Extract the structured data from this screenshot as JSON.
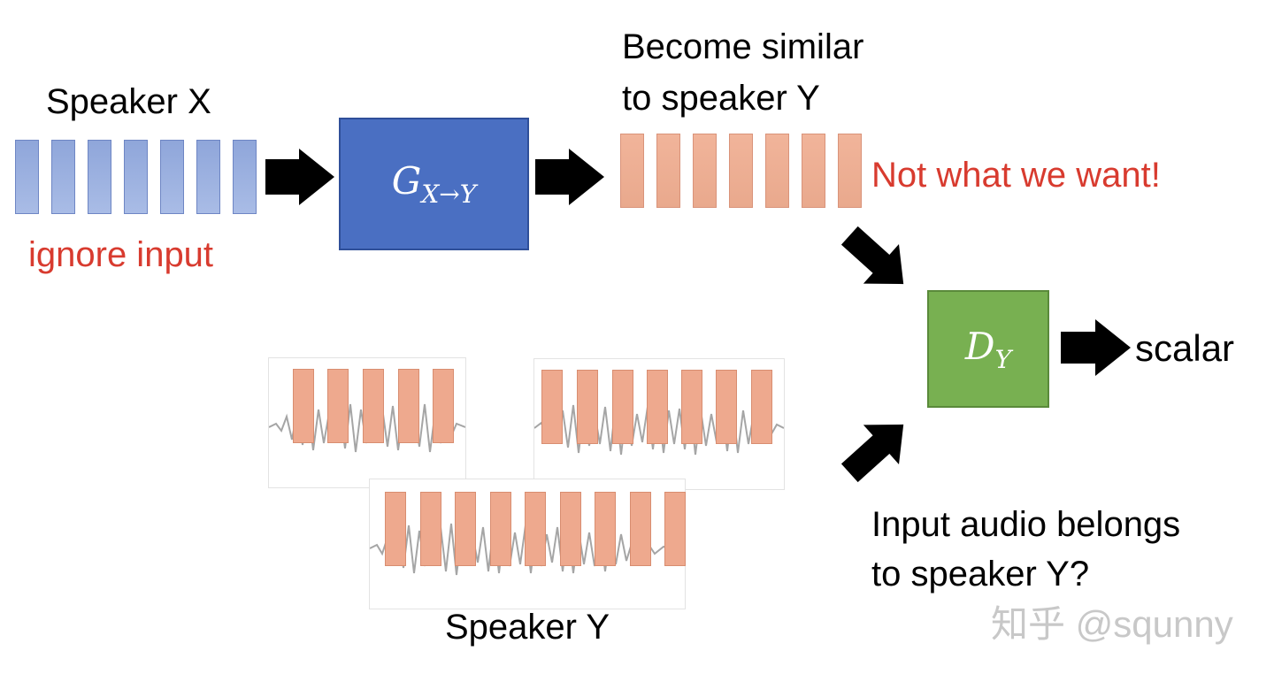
{
  "labels": {
    "speaker_x": "Speaker X",
    "ignore_input": "ignore input",
    "become_line1": "Become similar",
    "become_line2": "to speaker Y",
    "not_what_we_want": "Not what we want!",
    "scalar": "scalar",
    "question_line1": "Input audio belongs",
    "question_line2": "to speaker Y?",
    "speaker_y": "Speaker Y"
  },
  "generator": {
    "symbol": "G",
    "subscript": "X→Y"
  },
  "discriminator": {
    "symbol": "D",
    "subscript": "Y"
  },
  "watermark": "知乎 @squnny",
  "colors": {
    "generator_box": "#4a6fc2",
    "discriminator_box": "#78b051",
    "speaker_x_frames": "#9db0df",
    "speaker_y_frames": "#eea98e",
    "warning_text": "#d83b2f",
    "arrow": "#000000"
  },
  "icons": [
    "arrow-right-icon",
    "arrow-diagonal-icon"
  ]
}
